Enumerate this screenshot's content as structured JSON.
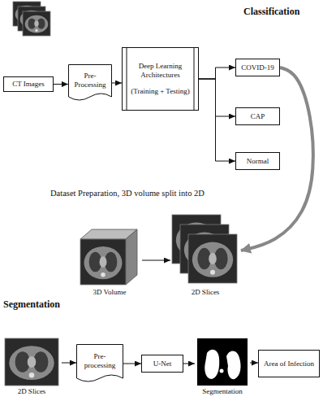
{
  "diagram": {
    "nodes": [
      {
        "text": [
          "CT Images"
        ]
      },
      {
        "text": [
          "Pre-Processing"
        ]
      },
      {
        "text": [
          "Deep Learning Architectures",
          "(Training + Testing)"
        ]
      },
      {
        "text": [
          "COVID-19"
        ]
      },
      {
        "text": [
          "CAP"
        ]
      },
      {
        "text": [
          "Normal"
        ]
      },
      {
        "text": [
          "3D Volume"
        ]
      },
      {
        "text": [
          "2D Slices"
        ]
      },
      {
        "text": [
          "2D Slices"
        ]
      },
      {
        "text": [
          "Pre-processing"
        ]
      },
      {
        "text": [
          "U-Net"
        ]
      },
      {
        "text": [
          "Segmentation"
        ]
      },
      {
        "text": [
          "Area of Infection"
        ]
      }
    ],
    "edges": [
      {
        "from": 0,
        "to": 1,
        "arrow": "to"
      },
      {
        "from": 1,
        "to": 2,
        "arrow": "to"
      },
      {
        "from": 2,
        "to": 3,
        "arrow": "to"
      },
      {
        "from": 2,
        "to": 4,
        "arrow": "to"
      },
      {
        "from": 2,
        "to": 5,
        "arrow": "to"
      },
      {
        "from": 3,
        "to": 7,
        "arrow": "to"
      },
      {
        "from": 6,
        "to": 7,
        "arrow": "to"
      },
      {
        "from": 8,
        "to": 9,
        "arrow": "to"
      },
      {
        "from": 9,
        "to": 10,
        "arrow": "to"
      },
      {
        "from": 10,
        "to": 11,
        "arrow": "to"
      },
      {
        "from": 11,
        "to": 12,
        "arrow": "to"
      }
    ],
    "labels": [
      "Classification",
      "Dataset Preparation, 3D volume split into 2D",
      "Segmentation"
    ]
  }
}
